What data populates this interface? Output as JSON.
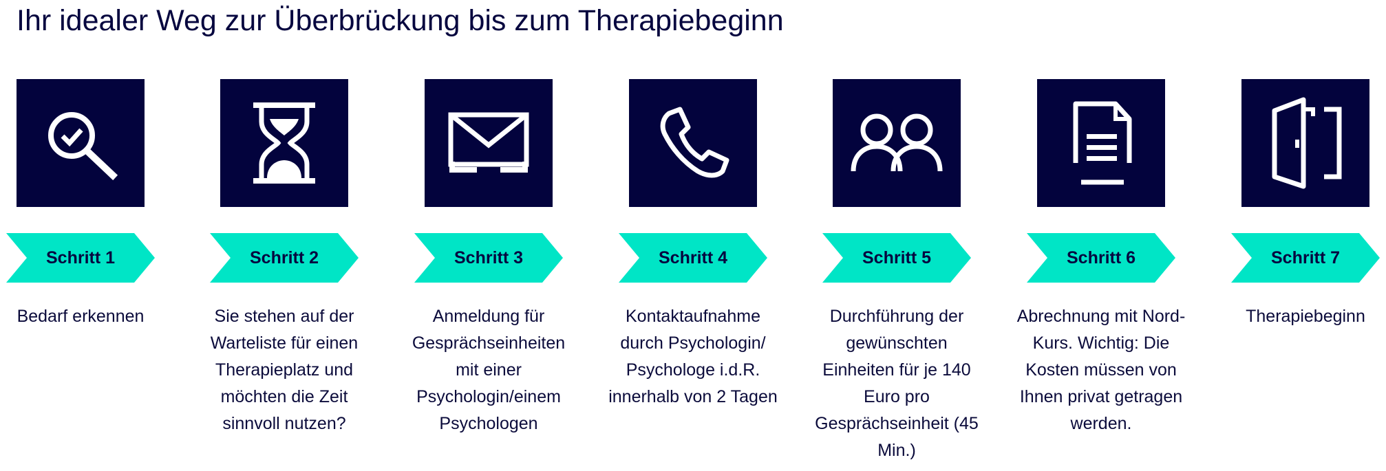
{
  "title": "Ihr idealer Weg zur Überbrückung bis zum Therapiebeginn",
  "colors": {
    "navy": "#03033d",
    "teal": "#00e5c6",
    "text": "#0b0b3b"
  },
  "steps": [
    {
      "label": "Schritt 1",
      "icon": "magnifier-check-icon",
      "text": "Bedarf erkennen"
    },
    {
      "label": "Schritt 2",
      "icon": "hourglass-icon",
      "text": "Sie stehen auf der Warteliste für einen Therapieplatz und möchten die Zeit sinnvoll nutzen?"
    },
    {
      "label": "Schritt 3",
      "icon": "envelope-icon",
      "text": "Anmeldung für Gesprächseinheiten mit einer Psychologin/einem Psychologen"
    },
    {
      "label": "Schritt 4",
      "icon": "phone-icon",
      "text": "Kontaktaufnahme durch Psychologin/ Psychologe i.d.R. innerhalb von 2 Tagen"
    },
    {
      "label": "Schritt 5",
      "icon": "two-people-icon",
      "text": "Durchführung der gewünschten Einheiten für je 140 Euro pro Gesprächseinheit (45 Min.)"
    },
    {
      "label": "Schritt 6",
      "icon": "document-icon",
      "text": "Abrechnung mit Nord-Kurs. Wichtig: Die Kosten müssen von Ihnen privat getragen werden."
    },
    {
      "label": "Schritt 7",
      "icon": "door-icon",
      "text": "Therapiebeginn"
    }
  ]
}
